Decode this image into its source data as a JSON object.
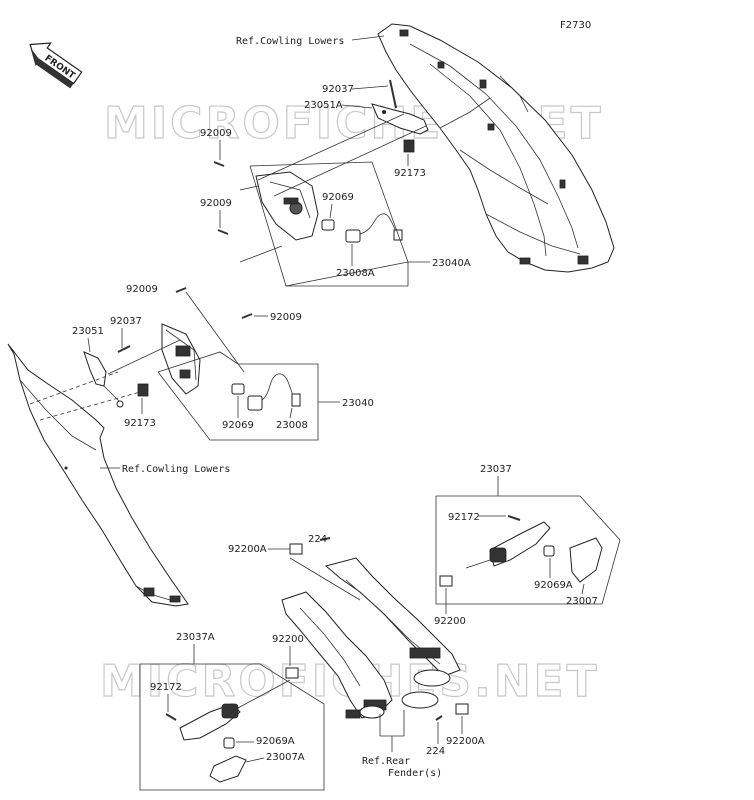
{
  "diagram_code": "F2730",
  "front_badge": "FRONT",
  "watermark": "MICROFICHES.NET",
  "refs": {
    "cowling_lowers_top": "Ref.Cowling Lowers",
    "cowling_lowers_mid": "Ref.Cowling Lowers",
    "rear_fender_line1": "Ref.Rear",
    "rear_fender_line2": "Fender(s)"
  },
  "labels": {
    "p92037_top": "92037",
    "p23051A": "23051A",
    "p92009_a": "92009",
    "p92173_top": "92173",
    "p92009_b": "92009",
    "p92069_top": "92069",
    "p23008A": "23008A",
    "p23040A": "23040A",
    "p92009_c": "92009",
    "p92009_d": "92009",
    "p23051": "23051",
    "p92037_mid": "92037",
    "p92173_mid": "92173",
    "p92069_mid": "92069",
    "p23008": "23008",
    "p23040": "23040",
    "p23037": "23037",
    "p92172_right": "92172",
    "p92069A_right": "92069A",
    "p23007": "23007",
    "p224_top": "224",
    "p92200A_top": "92200A",
    "p92200_right": "92200",
    "p23037A": "23037A",
    "p92200_left": "92200",
    "p92172_left": "92172",
    "p92069A_left": "92069A",
    "p23007A": "23007A",
    "p224_bottom": "224",
    "p92200A_bottom": "92200A"
  }
}
